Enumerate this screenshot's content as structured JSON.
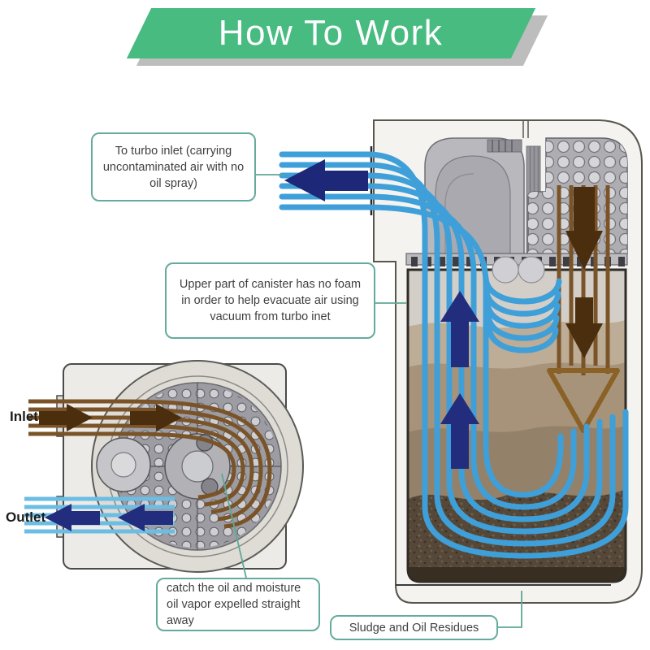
{
  "header": {
    "title": "How To Work"
  },
  "ports": {
    "inlet_label": "Inlet",
    "outlet_label": "Outlet"
  },
  "callouts": {
    "turbo_inlet": {
      "text": "To turbo inlet (carrying uncontaminated air with no oil spray)"
    },
    "upper_canister": {
      "text": "Upper part of canister has no foam in order to help evacuate air using vacuum from turbo inet"
    },
    "catch_oil": {
      "text": "catch the oil and moisture oil vapor expelled straight away"
    },
    "sludge": {
      "text": "Sludge and Oil Residues"
    }
  },
  "colors": {
    "banner_green": "#48bb81",
    "banner_shadow": "#bdbdbd",
    "callout_border": "#65ab9d",
    "connector_teal": "#5fa795",
    "clean_air_blue": "#3f9fd8",
    "navy_arrow": "#232d7e",
    "dirty_air_brown": "#7a5428",
    "dark_brown_arrow": "#4a2e0e",
    "sludge_brown": "#564839",
    "canister_gray": "#aeaeb2"
  }
}
